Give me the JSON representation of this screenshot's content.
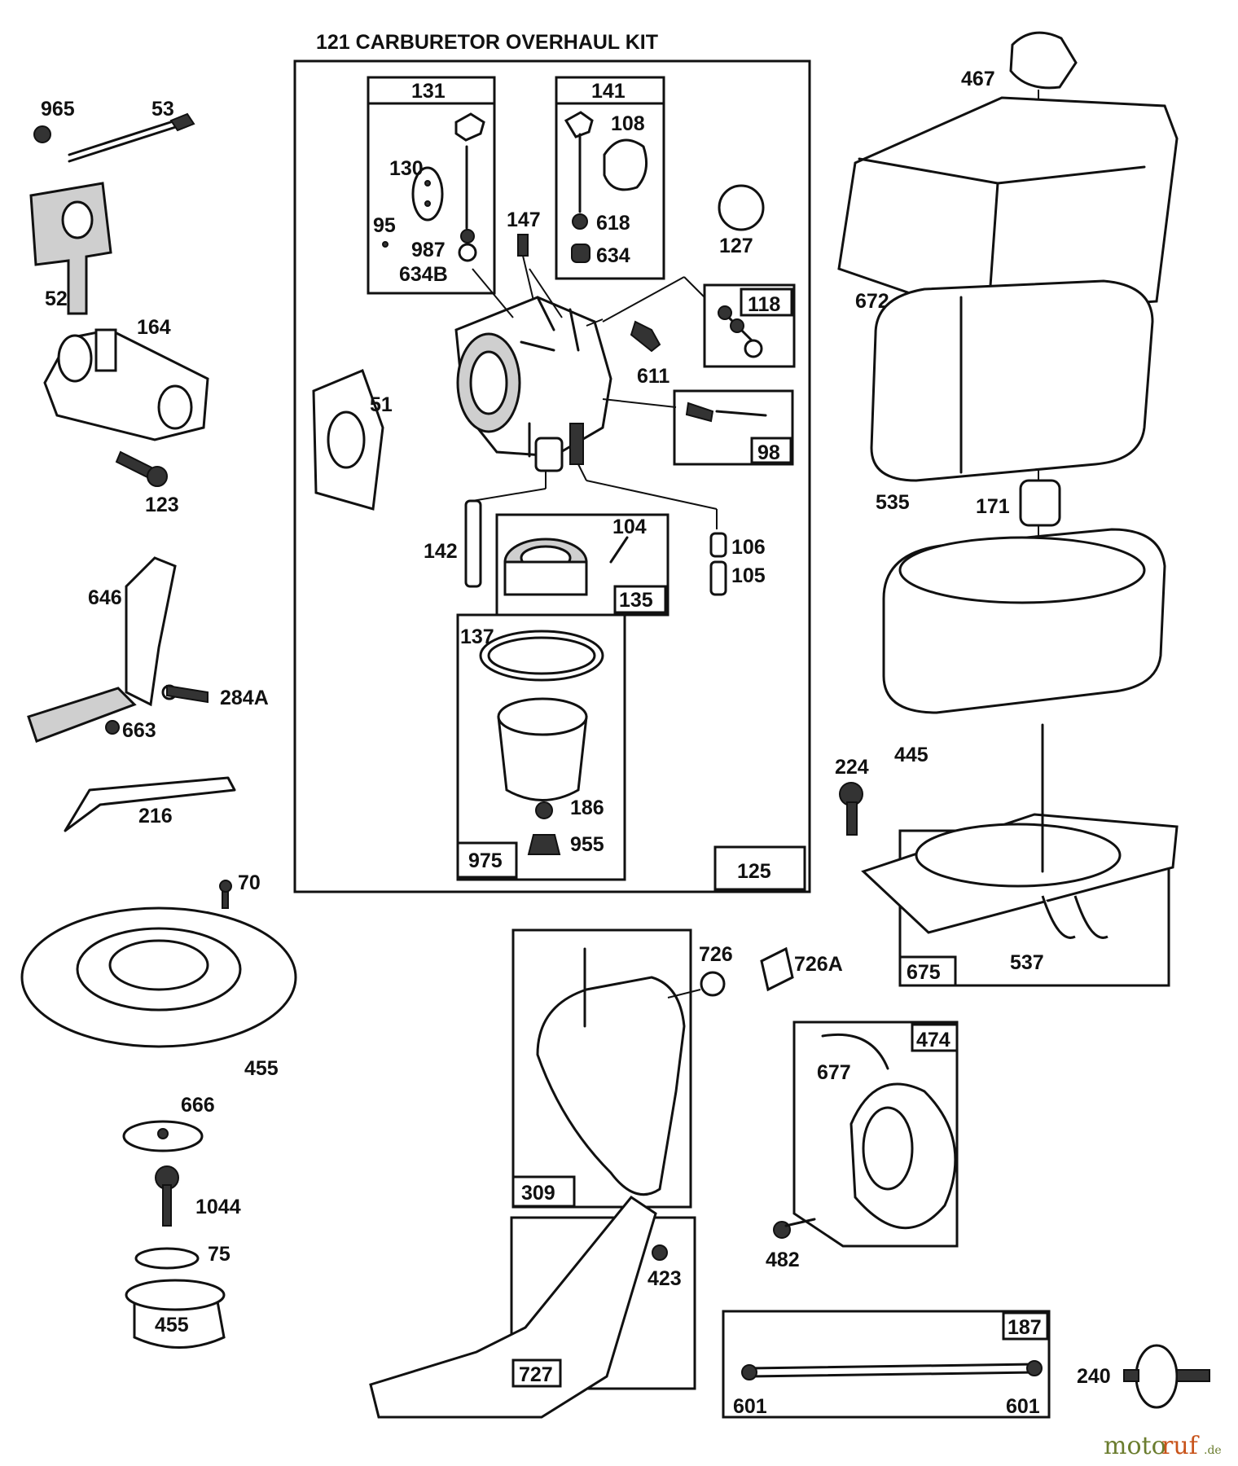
{
  "diagram": {
    "kit_title": "121  CARBURETOR OVERHAUL KIT",
    "watermark": {
      "part1": "moto",
      "part2": "ruf",
      "suffix": ".de"
    },
    "labels": {
      "l965": "965",
      "l53": "53",
      "l52": "52",
      "l164": "164",
      "l123": "123",
      "l646": "646",
      "l284A": "284A",
      "l663": "663",
      "l216": "216",
      "l70": "70",
      "l455top": "455",
      "l666": "666",
      "l1044": "1044",
      "l75": "75",
      "l455bot": "455",
      "l131": "131",
      "l130": "130",
      "l95": "95",
      "l987": "987",
      "l634B": "634B",
      "l141": "141",
      "l108": "108",
      "l618": "618",
      "l634": "634",
      "l147": "147",
      "l127": "127",
      "l118": "118",
      "l611": "611",
      "l51": "51",
      "l98": "98",
      "l142": "142",
      "l104": "104",
      "l135": "135",
      "l106": "106",
      "l105": "105",
      "l137": "137",
      "l186": "186",
      "l955": "955",
      "l975": "975",
      "l125": "125",
      "l467": "467",
      "l672": "672",
      "l535": "535",
      "l171": "171",
      "l445": "445",
      "l224": "224",
      "l675": "675",
      "l537": "537",
      "l726": "726",
      "l726A": "726A",
      "l309": "309",
      "l474": "474",
      "l677": "677",
      "l482": "482",
      "l423": "423",
      "l727": "727",
      "l187": "187",
      "l601a": "601",
      "l601b": "601",
      "l240": "240"
    }
  }
}
